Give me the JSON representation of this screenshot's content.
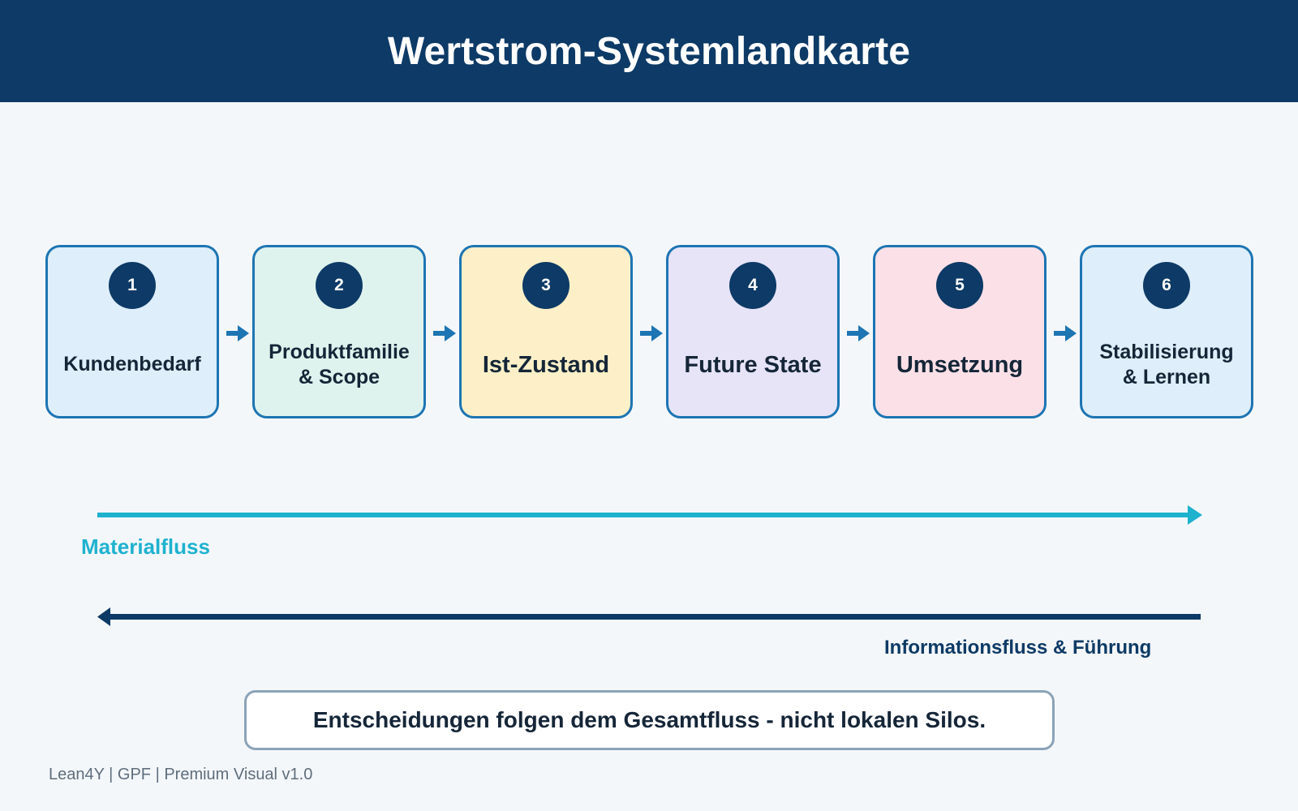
{
  "header": {
    "title": "Wertstrom-Systemlandkarte"
  },
  "steps": [
    {
      "number": "1",
      "label": "Kundenbedarf",
      "color": "#deeefa"
    },
    {
      "number": "2",
      "label": "Produktfamilie\n& Scope",
      "color": "#dff3ee"
    },
    {
      "number": "3",
      "label": "Ist-Zustand",
      "color": "#fdf0c8"
    },
    {
      "number": "4",
      "label": "Future State",
      "color": "#e7e4f7"
    },
    {
      "number": "5",
      "label": "Umsetzung",
      "color": "#fce0e7"
    },
    {
      "number": "6",
      "label": "Stabilisierung\n& Lernen",
      "color": "#deeefa"
    }
  ],
  "flows": {
    "material": {
      "label": "Materialfluss",
      "color": "#1eb2cf"
    },
    "information": {
      "label": "Informationsfluss & Führung",
      "color": "#0d3a66"
    }
  },
  "callout": {
    "text": "Entscheidungen folgen dem Gesamtfluss - nicht lokalen Silos."
  },
  "footer": {
    "text": "Lean4Y | GPF | Premium Visual v1.0"
  },
  "colors": {
    "header_bg": "#0d3a66",
    "step_border": "#1d75b3",
    "arrow": "#1d75b3"
  }
}
